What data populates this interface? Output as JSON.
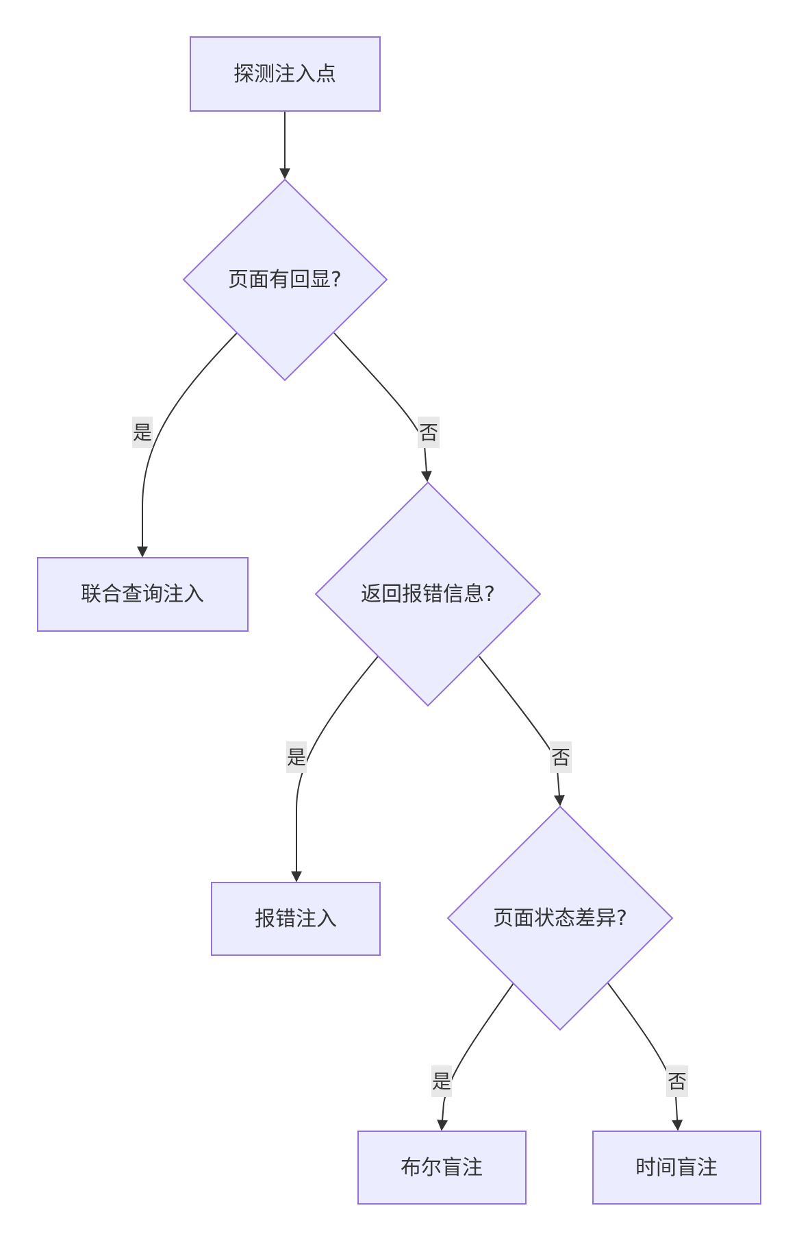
{
  "diagram": {
    "type": "flowchart",
    "colors": {
      "node_fill": "#ECECFF",
      "node_stroke": "#9370DB",
      "edge": "#333333",
      "edge_label_bg": "#e8e8e8",
      "text": "#333333"
    },
    "nodes": {
      "detect": {
        "label": "探测注入点",
        "shape": "rect"
      },
      "q_echo": {
        "label": "页面有回显?",
        "shape": "diamond"
      },
      "union": {
        "label": "联合查询注入",
        "shape": "rect"
      },
      "q_error": {
        "label": "返回报错信息?",
        "shape": "diamond"
      },
      "error_inj": {
        "label": "报错注入",
        "shape": "rect"
      },
      "q_diff": {
        "label": "页面状态差异?",
        "shape": "diamond"
      },
      "bool_blind": {
        "label": "布尔盲注",
        "shape": "rect"
      },
      "time_blind": {
        "label": "时间盲注",
        "shape": "rect"
      }
    },
    "edges": [
      {
        "from": "detect",
        "to": "q_echo",
        "label": ""
      },
      {
        "from": "q_echo",
        "to": "union",
        "label": "是"
      },
      {
        "from": "q_echo",
        "to": "q_error",
        "label": "否"
      },
      {
        "from": "q_error",
        "to": "error_inj",
        "label": "是"
      },
      {
        "from": "q_error",
        "to": "q_diff",
        "label": "否"
      },
      {
        "from": "q_diff",
        "to": "bool_blind",
        "label": "是"
      },
      {
        "from": "q_diff",
        "to": "time_blind",
        "label": "否"
      }
    ]
  }
}
